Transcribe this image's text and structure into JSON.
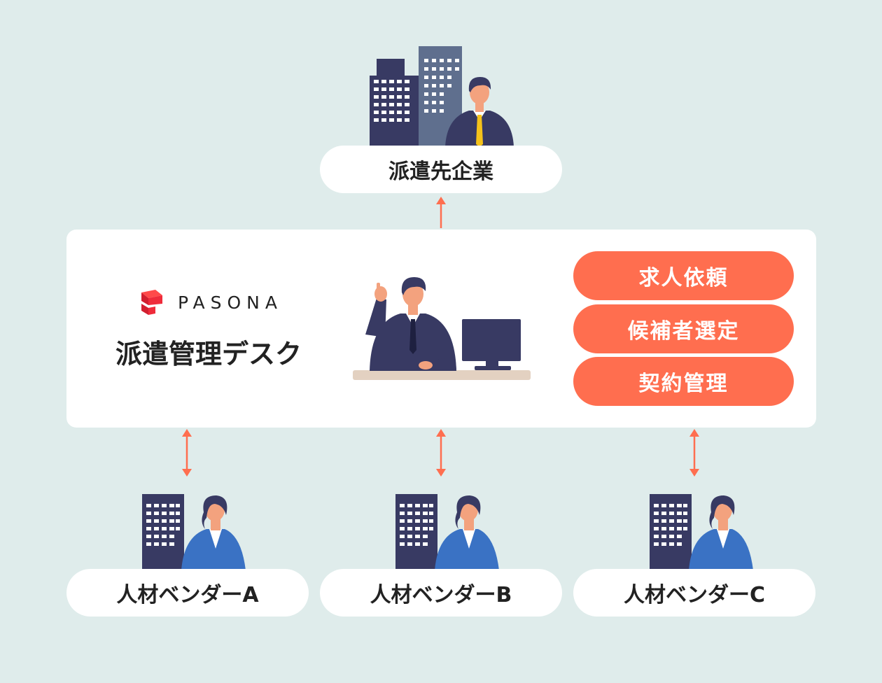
{
  "client": {
    "label": "派遣先企業"
  },
  "desk": {
    "brand": "PASONA",
    "title": "派遣管理デスク",
    "tasks": [
      "求人依頼",
      "候補者選定",
      "契約管理"
    ]
  },
  "vendors": [
    {
      "label": "人材ベンダーA"
    },
    {
      "label": "人材ベンダーB"
    },
    {
      "label": "人材ベンダーC"
    }
  ],
  "colors": {
    "background": "#dfeceb",
    "accent": "#ff6e4f",
    "navy": "#383a63",
    "slate": "#5f6f8e",
    "vendor_blue": "#3a72c4"
  }
}
